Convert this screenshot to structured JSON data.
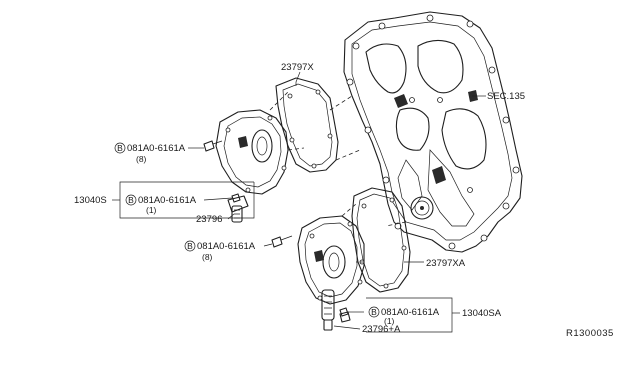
{
  "labels": {
    "gasket_upper": "23797X",
    "sec_ref": "SEC.135",
    "bolt_upper": "081A0-6161A",
    "bolt_upper_qty": "(8)",
    "assembly_left": "13040S",
    "bolt_left": "081A0-6161A",
    "bolt_left_qty": "(1)",
    "sensor_left": "23796",
    "bolt_mid": "081A0-6161A",
    "bolt_mid_qty": "(8)",
    "gasket_lower": "23797XA",
    "bolt_lower": "081A0-6161A",
    "bolt_lower_qty": "(1)",
    "assembly_right": "13040SA",
    "sensor_lower": "23796+A",
    "circle_b": "B",
    "diagram_ref": "R1300035"
  }
}
